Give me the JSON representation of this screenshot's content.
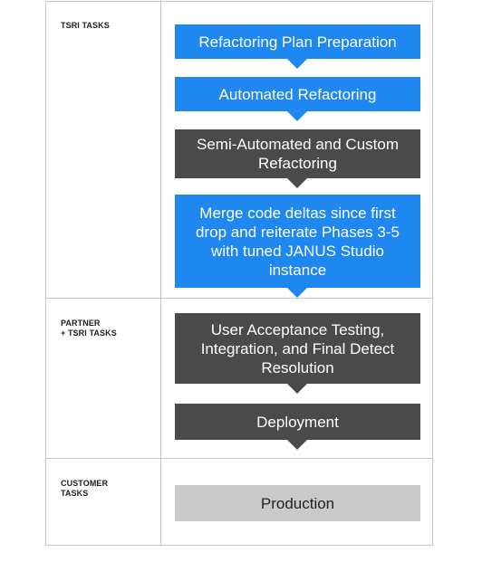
{
  "lanes": [
    {
      "label": "TSRI TASKS"
    },
    {
      "label": "PARTNER\n+ TSRI TASKS"
    },
    {
      "label": "CUSTOMER\nTASKS"
    }
  ],
  "steps": [
    {
      "label": "Refactoring Plan Preparation",
      "color": "#1e88f0"
    },
    {
      "label": "Automated Refactoring",
      "color": "#1e88f0"
    },
    {
      "label": "Semi-Automated and Custom Refactoring",
      "color": "#4a4a4a"
    },
    {
      "label": "Merge code deltas since first drop and reiterate Phases 3-5 with tuned JANUS Studio instance",
      "color": "#1e88f0"
    },
    {
      "label": "User Acceptance Testing, Integration, and Final Detect Resolution",
      "color": "#4a4a4a"
    },
    {
      "label": "Deployment",
      "color": "#4a4a4a"
    },
    {
      "label": "Production",
      "color": "#c9c9c9"
    }
  ]
}
